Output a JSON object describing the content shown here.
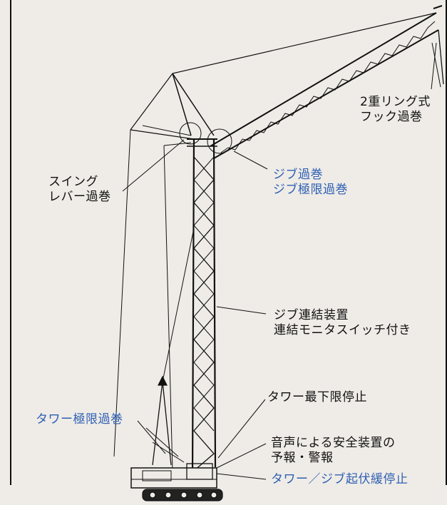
{
  "colors": {
    "background": "#efece7",
    "line": "#111111",
    "black_label": "#111111",
    "blue_label": "#2e5fb3"
  },
  "labels": {
    "hook_overwind": [
      "2重リング式",
      "フック過巻"
    ],
    "jib_overwind": [
      "ジブ過巻",
      "ジブ極限過巻"
    ],
    "swing_lever_overwind": [
      "スイング",
      "レバー過巻"
    ],
    "jib_connector": [
      "ジブ連結装置",
      "連結モニタスイッチ付き"
    ],
    "tower_lowest_stop": "タワー最下限停止",
    "tower_limit_overwind": "タワー極限過巻",
    "voice_safety": [
      "音声による安全装置の",
      "予報・警報"
    ],
    "tower_jib_slow_stop": "タワー／ジブ起伏緩停止"
  }
}
